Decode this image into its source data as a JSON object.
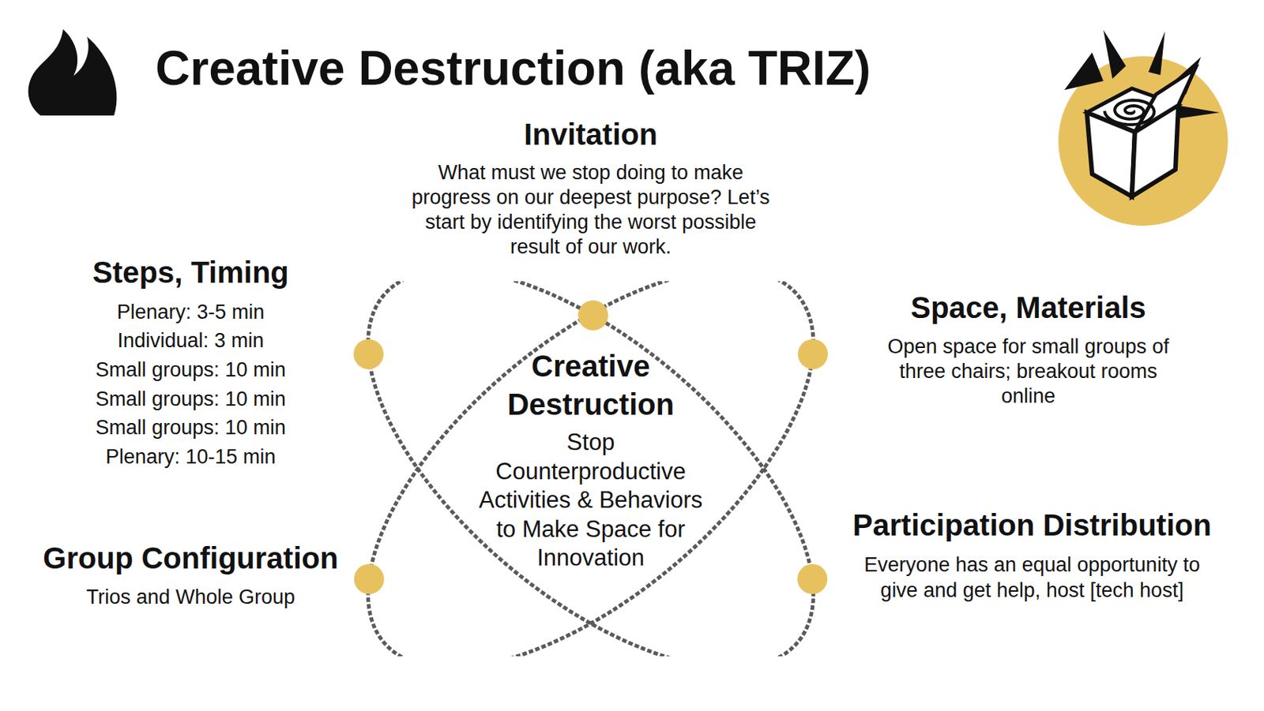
{
  "diagram": {
    "title": "Creative Destruction (aka TRIZ)",
    "nodes": [
      {
        "text": [
          "Creative Destruction",
          "Stop Counterproductive Activities & Behaviors to Make Space for Innovation"
        ]
      }
    ],
    "labels": [
      "Invitation",
      "What must we stop doing to make progress on our deepest purpose? Let’s start by identifying the worst possible result of our work.",
      "Steps, Timing",
      "Plenary: 3-5 min",
      "Individual: 3 min",
      "Small groups: 10 min",
      "Small groups: 10 min",
      "Small groups: 10 min",
      "Plenary: 10-15 min",
      "Space, Materials",
      "Open space for small groups of three chairs; breakout rooms online",
      "Group Configuration",
      "Trios and Whole Group",
      "Participation Distribution",
      "Everyone has an equal opportunity to give and get help, host [tech host]"
    ]
  }
}
